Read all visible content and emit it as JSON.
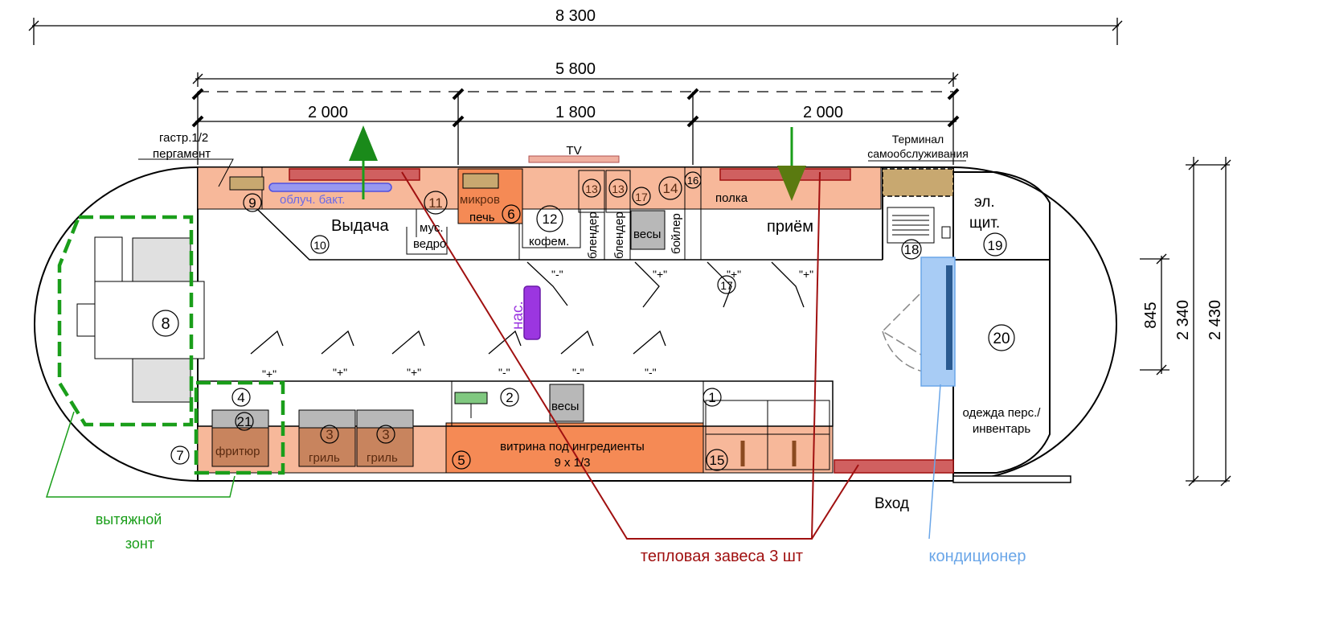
{
  "dimensions": {
    "overall_length": "8 300",
    "service_length": "5 800",
    "left_section": "2 000",
    "middle_section": "1 800",
    "right_section": "2 000",
    "height_total": "2 430",
    "height_inner": "2 340",
    "aisle_width": "845"
  },
  "labels": {
    "gastro": "гастр.1/2",
    "parchment": "пергамент",
    "tv": "TV",
    "terminal_line1": "Терминал",
    "terminal_line2": "самообслуживания",
    "uv_lamp": "облуч. бакт.",
    "microwave_line1": "микров",
    "microwave_line2": "печь",
    "waste_line1": "мус.",
    "waste_line2": "ведро",
    "coffee": "кофем.",
    "blender": "блендер",
    "scales": "весы",
    "boiler": "бойлер",
    "shelf": "полка",
    "issue": "Выдача",
    "intake": "приём",
    "panel_line1": "эл.",
    "panel_line2": "щит.",
    "pump": "нас.",
    "fryer": "фритюр",
    "grill": "гриль",
    "showcase_line1": "витрина под ингредиенты",
    "showcase_line2": "9 x 1/3",
    "clothes_line1": "одежда перс./",
    "clothes_line2": "инвентарь",
    "entrance": "Вход",
    "hood_line1": "вытяжной",
    "hood_line2": "зонт",
    "heat_curtain": "тепловая завеса 3 шт",
    "air_conditioner": "кондиционер",
    "plus": "\"+\"",
    "minus": "\"-\""
  },
  "numbers": [
    "1",
    "2",
    "3",
    "4",
    "5",
    "6",
    "7",
    "8",
    "9",
    "10",
    "11",
    "12",
    "13",
    "14",
    "15",
    "16",
    "17",
    "18",
    "19",
    "20",
    "21"
  ],
  "colors": {
    "counter_fill": "#f7b89a",
    "counter_dark": "#f58a55",
    "heat_curtain": "#d06060",
    "hood": "#2a9e2a",
    "air_conditioner": "#a8ccf5",
    "pump": "#9b36e0",
    "equipment_gray": "#b8b8b8",
    "outline": "#000000"
  }
}
